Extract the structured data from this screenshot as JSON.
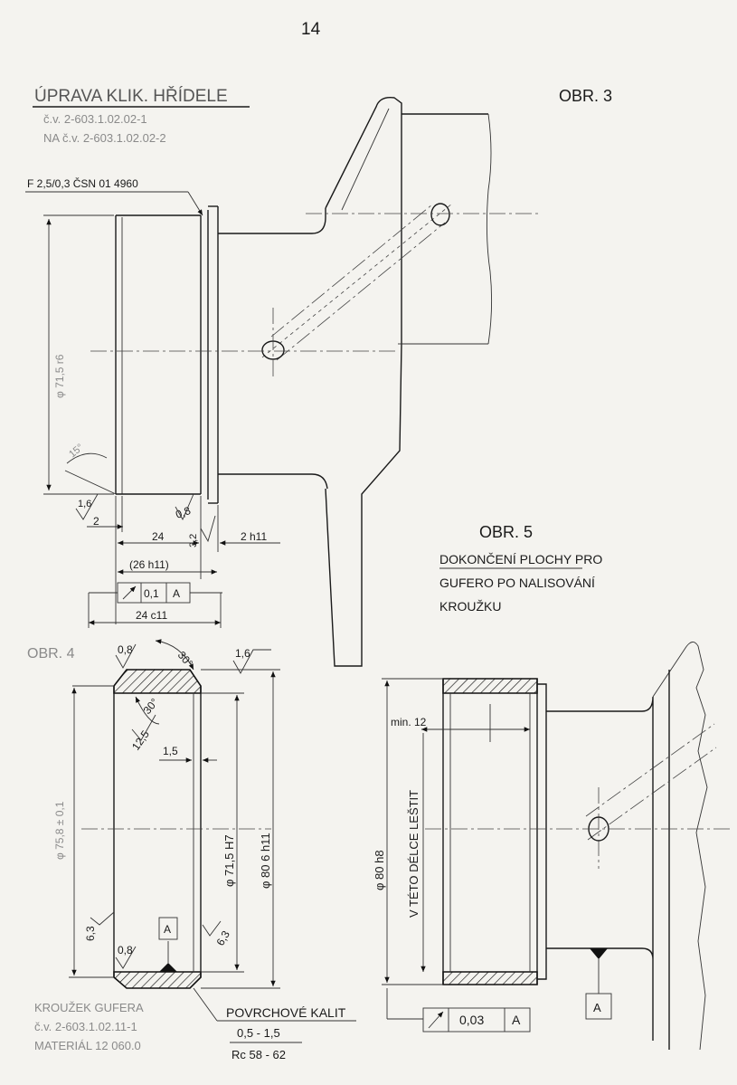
{
  "page_number": "14",
  "title": {
    "main": "ÚPRAVA KLIK. HŘÍDELE",
    "line1": "č.v. 2-603.1.02.02-1",
    "line2": "NA č.v. 2-603.1.02.02-2"
  },
  "fig3": {
    "label": "OBR. 3",
    "callout": "F 2,5/0,3 ČSN 01 4960",
    "dim_diameter": "φ 71,5 r6",
    "dim_angle": "15°",
    "dim_rough_1": "1,6",
    "dim_rough_08": "0,8",
    "dim_rough_32": "3,2",
    "dim_2": "2",
    "dim_24": "24",
    "dim_2h11": "2 h11",
    "dim_26h11": "(26 h11)",
    "tol_value": "0,1",
    "tol_datum": "A",
    "dim_24c11": "24 c11"
  },
  "fig4": {
    "label": "OBR. 4",
    "rough_08_top": "0,8",
    "angle_30_top": "30°",
    "rough_16": "1,6",
    "angle_30_inner": "30°",
    "rough_125": "12,5",
    "dim_15": "1,5",
    "dim_outer_left": "φ 75,8 ± 0,1",
    "dim_bore": "φ 71,5 H7",
    "dim_outer": "φ 80 6 h11",
    "rough_63_left": "6,3",
    "rough_63_right": "6,3",
    "datum": "A",
    "rough_08_bottom": "0,8",
    "part_name": "KROUŽEK GUFERA",
    "part_number": "č.v. 2-603.1.02.11-1",
    "material": "MATERIÁL 12 060.0",
    "note_harden": "POVRCHOVÉ KALIT",
    "note_depth": "0,5 - 1,5",
    "note_hardness": "Rc 58 - 62"
  },
  "fig5": {
    "label": "OBR. 5",
    "desc_line1": "DOKONČENÍ PLOCHY PRO",
    "desc_line2": "GUFERO PO NALISOVÁNÍ",
    "desc_line3": "KROUŽKU",
    "dim_min12": "min. 12",
    "dim_diameter": "φ 80 h8",
    "polish_note": "V TÉTO DÉLCE LEŠTIT",
    "tol_value": "0,03",
    "tol_datum": "A",
    "datum": "A"
  }
}
